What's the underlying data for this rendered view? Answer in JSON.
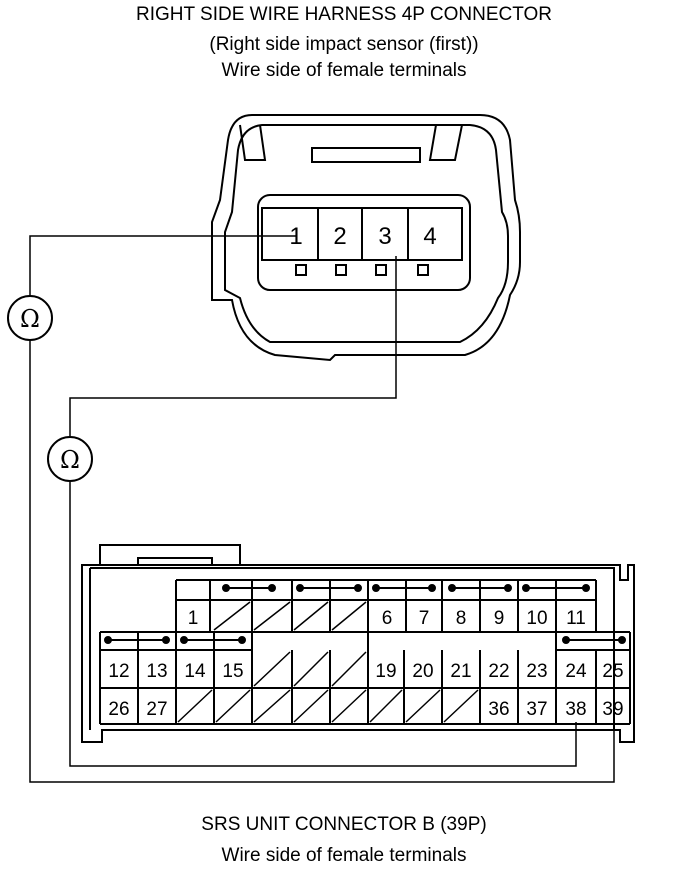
{
  "connector_4p": {
    "title": "RIGHT SIDE WIRE HARNESS 4P CONNECTOR",
    "subtitle": "(Right side impact sensor (first))",
    "note": "Wire side of female terminals",
    "pins": [
      "1",
      "2",
      "3",
      "4"
    ]
  },
  "meters": {
    "symbol": "Ω"
  },
  "connector_b": {
    "title": "SRS UNIT CONNECTOR B (39P)",
    "note": "Wire side of female terminals",
    "row1": [
      "1",
      "6",
      "7",
      "8",
      "9",
      "10",
      "11"
    ],
    "row2": [
      "12",
      "13",
      "14",
      "15",
      "19",
      "20",
      "21",
      "22",
      "23",
      "24",
      "25"
    ],
    "row3": [
      "26",
      "27",
      "36",
      "37",
      "38",
      "39"
    ]
  }
}
